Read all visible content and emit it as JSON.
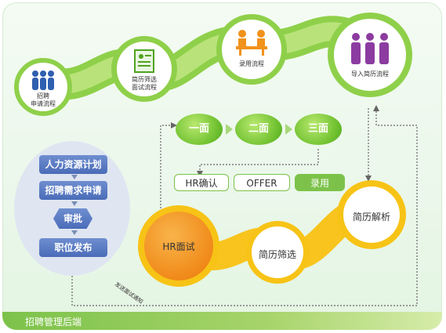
{
  "top_flow": {
    "c1": {
      "label_line1": "招聘",
      "label_line2": "申请流程"
    },
    "c2": {
      "label_line1": "简历筛选",
      "label_line2": "面试流程"
    },
    "c3": {
      "label_line1": "录用流程"
    },
    "c4": {
      "label_line1": "导入简历流程"
    }
  },
  "interviews": {
    "first": "一面",
    "second": "二面",
    "third": "三面"
  },
  "outcome": {
    "hr_confirm": "HR确认",
    "offer": "OFFER",
    "hire": "录用"
  },
  "hr_process": {
    "step1": "人力资源计划",
    "step2": "招聘需求申请",
    "step3": "审批",
    "step4": "职位发布"
  },
  "screening": {
    "hr_interview": "HR面试",
    "resume_screen": "简历筛选",
    "resume_parse": "简历解析",
    "notice": "发送面试通知"
  },
  "footer": {
    "title": "招聘管理后端"
  },
  "colors": {
    "green": "#7cc24a",
    "orange": "#f39a1e",
    "yellow": "#f7c316",
    "blue": "#4a6cb8"
  }
}
